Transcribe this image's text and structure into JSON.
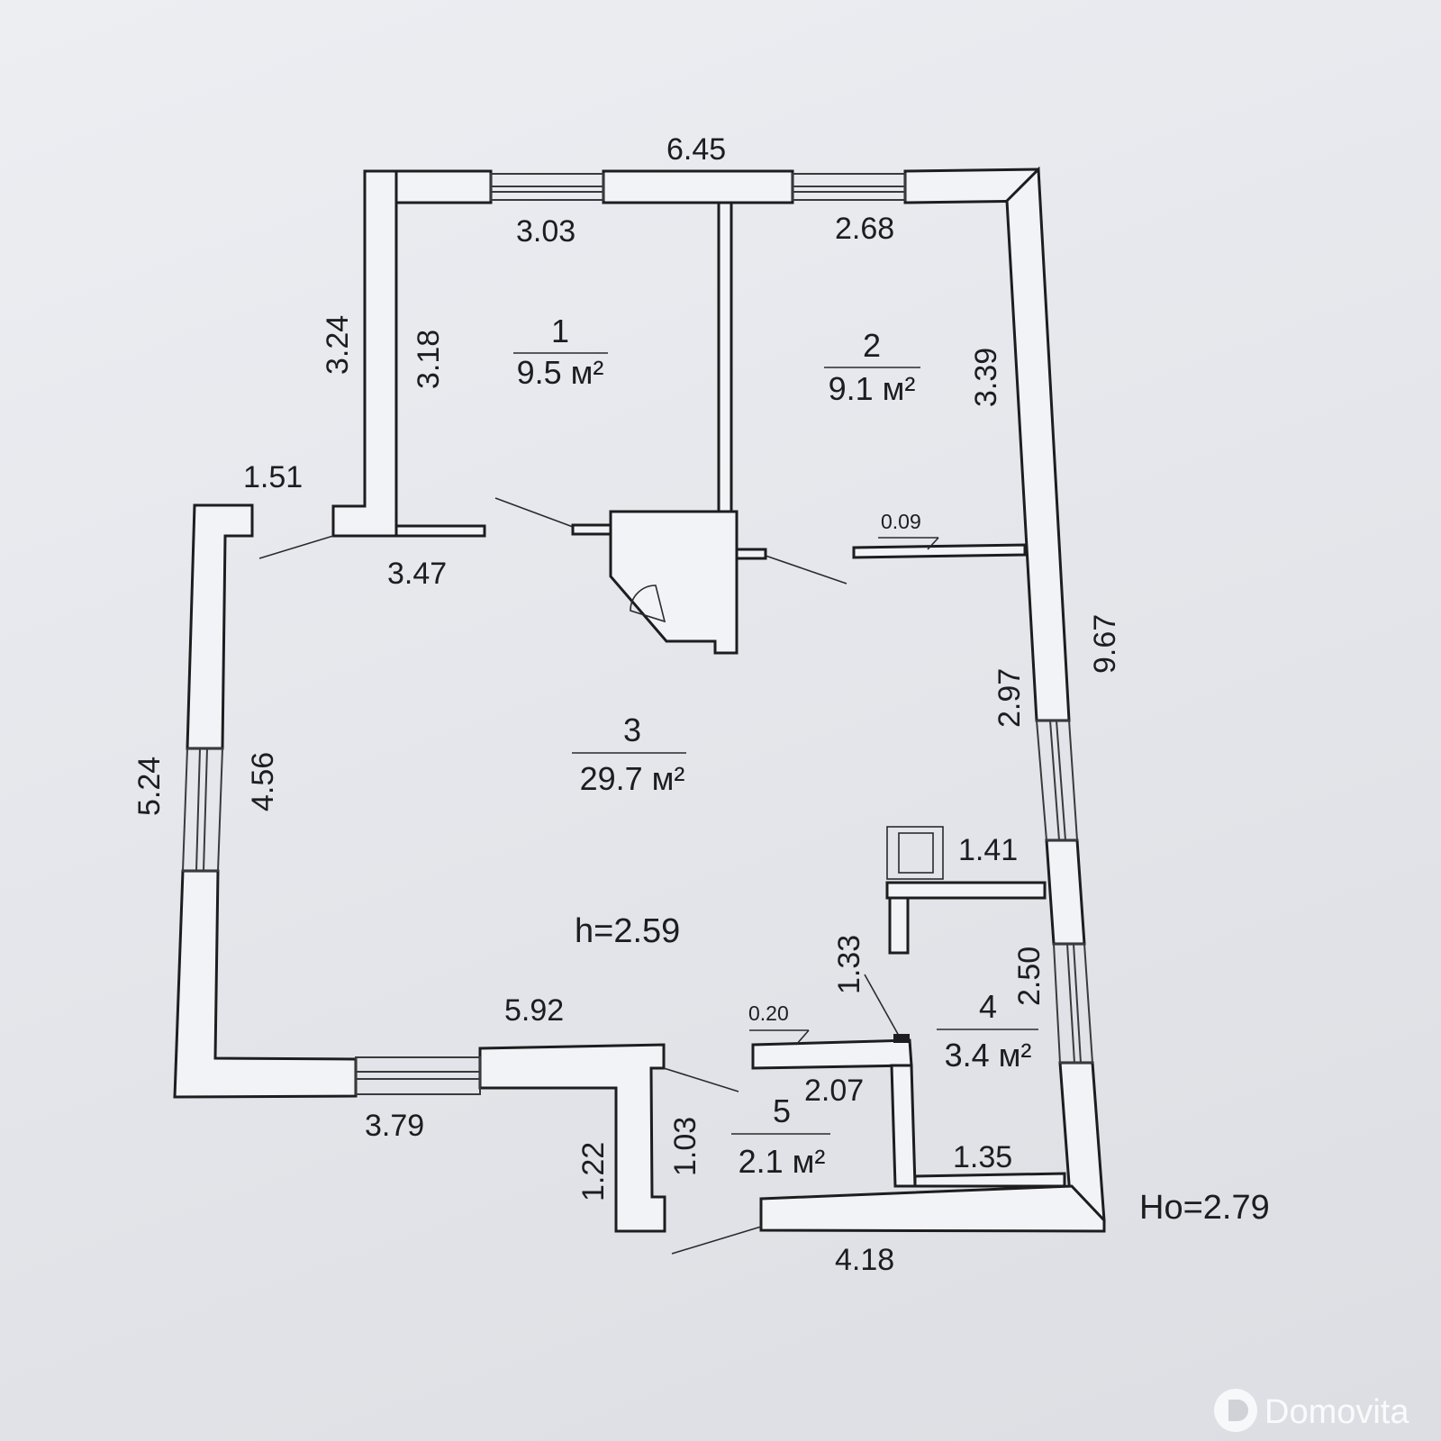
{
  "rooms": [
    {
      "number": "1",
      "area": "9.5 м²"
    },
    {
      "number": "2",
      "area": "9.1 м²"
    },
    {
      "number": "3",
      "area": "29.7 м²"
    },
    {
      "number": "4",
      "area": "3.4 м²"
    },
    {
      "number": "5",
      "area": "2.1 м²"
    }
  ],
  "dimensions": {
    "top_overall": "6.45",
    "room1_width": "3.03",
    "room2_width": "2.68",
    "left_upper_wing": "3.24",
    "room1_depth": "3.18",
    "room2_depth": "3.39",
    "step_width": "1.51",
    "room1_bottom": "3.47",
    "partition_thickness": "0.09",
    "right_overall": "9.67",
    "right_middle": "2.97",
    "left_outer": "5.24",
    "left_inner": "4.56",
    "bath_width": "1.41",
    "bath_depth": "2.50",
    "corridor_height": "1.33",
    "bottom_room3": "5.92",
    "wall_thickness": "0.20",
    "room5_width": "2.07",
    "bottom_outer": "3.79",
    "porch_outer": "1.22",
    "porch_inner": "1.03",
    "room4_bottom": "1.35",
    "bottom_right": "4.18"
  },
  "heights": {
    "inner": "h=2.59",
    "outer": "Ho=2.79"
  },
  "watermark": "Domovita",
  "colors": {
    "wall_fill": "#f2f3f6",
    "line": "#1d1d1f",
    "watermark_text": "#ffffff"
  }
}
